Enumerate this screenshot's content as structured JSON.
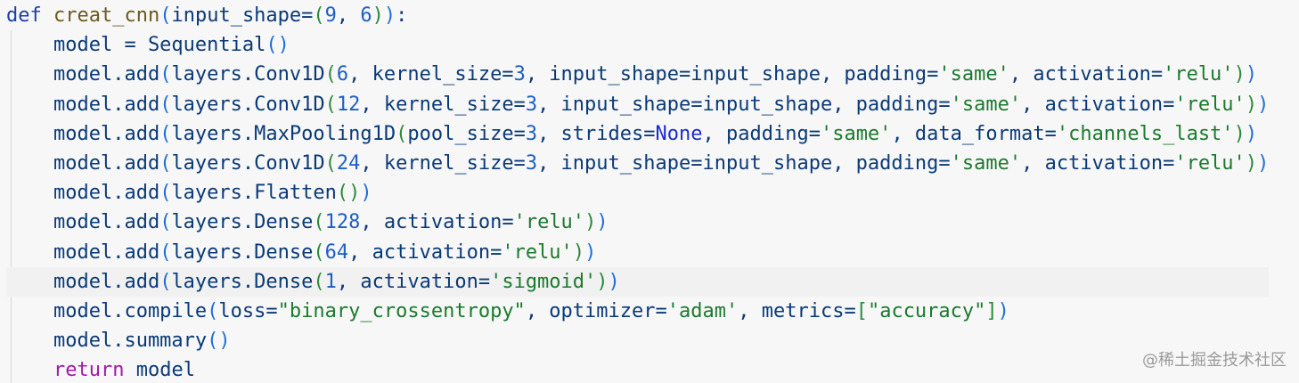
{
  "lines": [
    "def creat_cnn(input_shape=(9, 6)):",
    "    model = Sequential()",
    "    model.add(layers.Conv1D(6, kernel_size=3, input_shape=input_shape, padding='same', activation='relu'))",
    "    model.add(layers.Conv1D(12, kernel_size=3, input_shape=input_shape, padding='same', activation='relu'))",
    "    model.add(layers.MaxPooling1D(pool_size=3, strides=None, padding='same', data_format='channels_last'))",
    "    model.add(layers.Conv1D(24, kernel_size=3, input_shape=input_shape, padding='same', activation='relu'))",
    "    model.add(layers.Flatten())",
    "    model.add(layers.Dense(128, activation='relu'))",
    "    model.add(layers.Dense(64, activation='relu'))",
    "    model.add(layers.Dense(1, activation='sigmoid'))",
    "    model.compile(loss=\"binary_crossentropy\", optimizer='adam', metrics=[\"accuracy\"])",
    "    model.summary()",
    "    return model"
  ],
  "highlighted_line": 9,
  "watermark": "@稀土掘金技术社区",
  "colors": {
    "background": "#f7f7f7",
    "keyword": "#a31aa8",
    "string": "#1b7a2d",
    "number": "#1f5fc4",
    "identifier": "#0a3a78"
  }
}
